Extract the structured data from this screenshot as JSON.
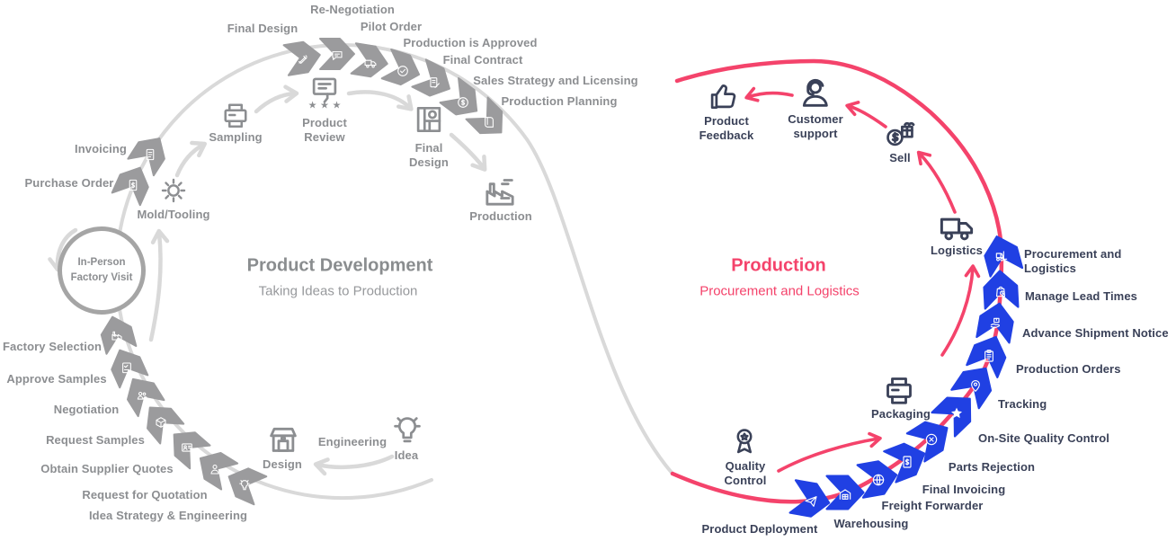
{
  "left_cycle": {
    "title": "Product Development",
    "subtitle": "Taking Ideas to Production",
    "hub_label": "In-Person\nFactory Visit",
    "steps": {
      "final_design_top": "Final Design",
      "re_negotiation": "Re-Negotiation",
      "pilot_order": "Pilot Order",
      "production_approved": "Production is Approved",
      "final_contract": "Final Contract",
      "sales_strategy": "Sales Strategy and Licensing",
      "production_planning": "Production Planning",
      "invoicing": "Invoicing",
      "purchase_order": "Purchase Order",
      "factory_selection": "Factory Selection",
      "approve_samples": "Approve Samples",
      "negotiation": "Negotiation",
      "request_samples": "Request Samples",
      "obtain_supplier_quotes": "Obtain Supplier Quotes",
      "request_for_quotation": "Request for Quotation",
      "idea_strategy": "Idea Strategy & Engineering",
      "sampling": "Sampling",
      "product_review": "Product\nReview",
      "mold_tooling": "Mold/Tooling",
      "final_design_inner": "Final\nDesign",
      "production": "Production",
      "design": "Design",
      "engineering": "Engineering",
      "idea": "Idea"
    }
  },
  "right_cycle": {
    "title": "Production",
    "subtitle": "Procurement and Logistics",
    "steps": {
      "product_feedback": "Product\nFeedback",
      "customer_support": "Customer\nsupport",
      "sell": "Sell",
      "logistics": "Logistics",
      "procurement_logistics": "Procurement and Logistics",
      "manage_lead_times": "Manage Lead Times",
      "advance_shipment": "Advance Shipment Notice",
      "production_orders": "Production Orders",
      "tracking": "Tracking",
      "onsite_qc": "On-Site Quality Control",
      "parts_rejection": "Parts Rejection",
      "final_invoicing": "Final Invoicing",
      "freight_forwarder": "Freight Forwarder",
      "warehousing": "Warehousing",
      "product_deployment": "Product Deployment",
      "packaging": "Packaging",
      "quality_control": "Quality\nControl"
    }
  },
  "colors": {
    "development_gray": "#9b9b9d",
    "development_light_arc": "#d9d9d9",
    "production_red": "#f4436b",
    "logistics_blue": "#2040e3",
    "dark_text": "#3a4158",
    "gray_text": "#8c8e91"
  }
}
